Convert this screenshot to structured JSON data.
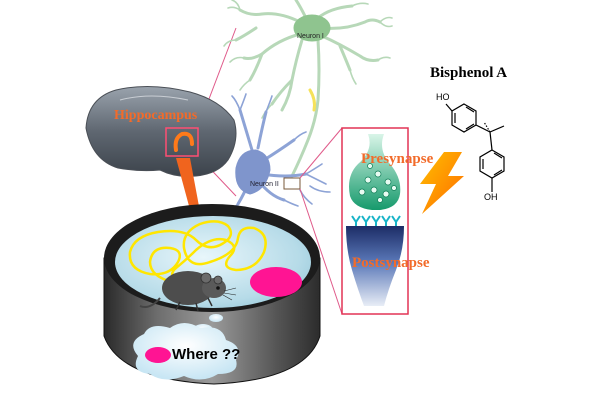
{
  "labels": {
    "hippocampus": "Hippocampus",
    "neuron_1": "Neuron I",
    "neuron_2": "Neuron II",
    "bisphenol": "Bisphenol A",
    "presynapse": "Presynapse",
    "postsynapse": "Postsynapse",
    "where": "Where ??",
    "ho": "HO",
    "oh": "OH"
  },
  "colors": {
    "label_orange": "#f26b2a",
    "platform_magenta": "#ff1493",
    "path_yellow": "#ffe600",
    "connector_pink": "#e05a8a",
    "synapse_frame": "#e23355",
    "lightning": "#ff8c00"
  }
}
